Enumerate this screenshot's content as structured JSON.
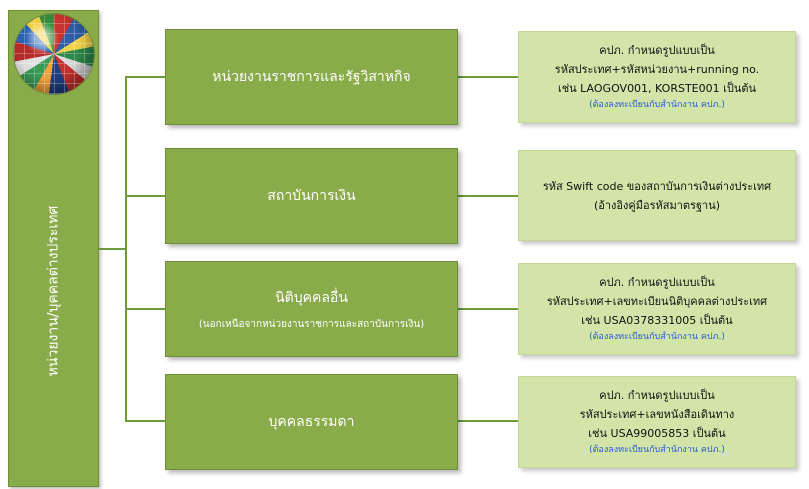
{
  "left": {
    "vertical_label": "หน่วยงาน/บุคคลต่างประเทศ",
    "globe_icon": "world-flags-globe-icon"
  },
  "categories": [
    {
      "title": "หน่วยงานราชการและรัฐวิสาหกิจ",
      "subtitle": "",
      "desc_lines": [
        "คปภ. กำหนดรูปแบบเป็น",
        "รหัสประเทศ+รหัสหน่วยงาน+running  no.",
        "เช่น LAOGOV001, KORSTE001 เป็นต้น"
      ],
      "note": "(ต้องลงทะเบียนกับสำนักงาน คปภ.)"
    },
    {
      "title": "สถาบันการเงิน",
      "subtitle": "",
      "desc_lines": [
        "รหัส Swift code ของสถาบันการเงินต่างประเทศ",
        "(อ้างอิงคู่มือรหัสมาตรฐาน)"
      ],
      "note": ""
    },
    {
      "title": "นิติบุคคลอื่น",
      "subtitle": "(นอกเหนือจากหน่วยงานราชการและสถาบันการเงิน)",
      "desc_lines": [
        "คปภ. กำหนดรูปแบบเป็น",
        "รหัสประเทศ+เลขทะเบียนนิติบุคคลต่างประเทศ",
        "เช่น USA0378331005 เป็นต้น"
      ],
      "note": "(ต้องลงทะเบียนกับสำนักงาน คปภ.)"
    },
    {
      "title": "บุคคลธรรมดา",
      "subtitle": "",
      "desc_lines": [
        "คปภ. กำหนดรูปแบบเป็น",
        "รหัสประเทศ+เลขหนังสือเดินทาง",
        "เช่น USA99005853 เป็นต้น"
      ],
      "note": "(ต้องลงทะเบียนกับสำนักงาน คปภ.)"
    }
  ],
  "colors": {
    "box_green": "#8aab4a",
    "desc_green": "#d3e4a9",
    "connector": "#6d9a3a",
    "note_blue": "#2a5bd7"
  }
}
